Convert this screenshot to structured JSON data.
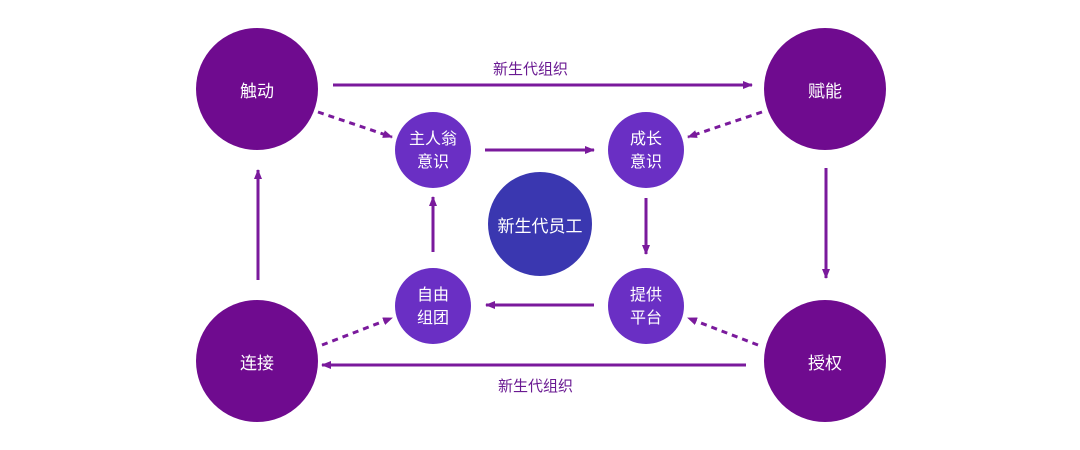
{
  "colors": {
    "outer_node": "#6f0b8f",
    "inner_node": "#6a2fc4",
    "center_node": "#3a37b0",
    "arrow": "#7a1a9c",
    "label_text": "#6a1a92"
  },
  "nodes": {
    "touch": "触动",
    "empower": "赋能",
    "connect": "连接",
    "authorize": "授权",
    "owner": {
      "line1": "主人翁",
      "line2": "意识"
    },
    "growth": {
      "line1": "成长",
      "line2": "意识"
    },
    "free": {
      "line1": "自由",
      "line2": "组团"
    },
    "platform": {
      "line1": "提供",
      "line2": "平台"
    },
    "center": "新生代员工"
  },
  "labels": {
    "top": "新生代组织",
    "bottom": "新生代组织"
  }
}
